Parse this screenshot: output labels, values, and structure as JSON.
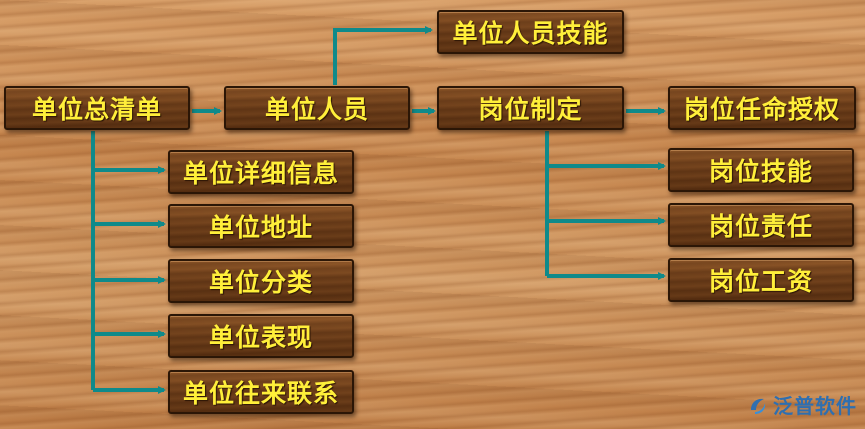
{
  "nodes": {
    "summary": "单位总清单",
    "personnel": "单位人员",
    "personnel_skills": "单位人员技能",
    "post_setting": "岗位制定",
    "post_authorization": "岗位任命授权",
    "detail_info": "单位详细信息",
    "address": "单位地址",
    "category": "单位分类",
    "performance": "单位表现",
    "contacts": "单位往来联系",
    "post_skills": "岗位技能",
    "post_duty": "岗位责任",
    "post_salary": "岗位工资"
  },
  "watermark": {
    "text": "泛普软件",
    "icon": "fanpu-logo-icon"
  },
  "colors": {
    "node_text": "#ffef3a",
    "connector": "#0f8a8a",
    "node_fill": "#6c3c18"
  }
}
